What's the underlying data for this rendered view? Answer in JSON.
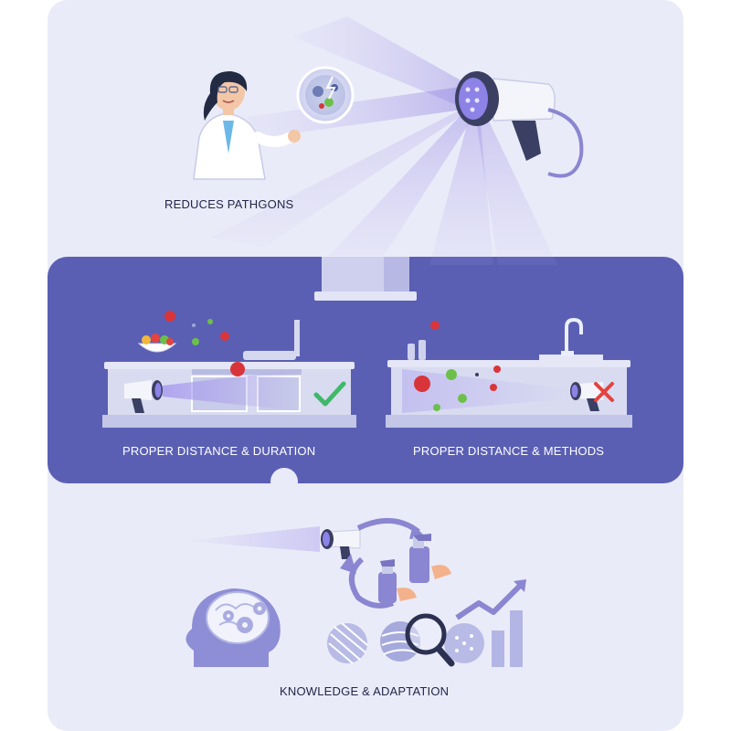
{
  "sections": {
    "top": {
      "caption": "REDUCES PATHGONS"
    },
    "middle_left": {
      "caption": "PROPER DISTANCE & DURATION",
      "status_icon": "check-icon"
    },
    "middle_right": {
      "caption": "PROPER DISTANCE & METHODS",
      "status_icon": "cross-icon"
    },
    "bottom": {
      "caption": "KNOWLEDGE & ADAPTATION"
    }
  },
  "colors": {
    "card_background": "#eaebf8",
    "band_background": "#5a5fb4",
    "uv_light": "#9b8ee6",
    "check": "#3fb86a",
    "cross": "#e4433f",
    "pathogen_red": "#d8353b",
    "pathogen_green": "#6cc04a"
  },
  "icons": [
    "scientist",
    "petri-dish-icon",
    "uv-flashlight-icon",
    "range-hood-icon",
    "faucet-icon",
    "spray-bottle-icon",
    "brain-gears-icon",
    "magnifier-icon",
    "growth-chart-icon"
  ]
}
